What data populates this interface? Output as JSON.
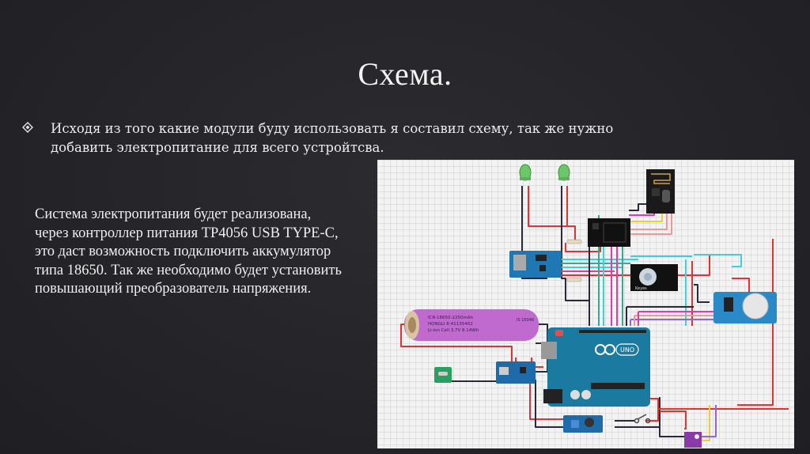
{
  "slide": {
    "title": "Схема.",
    "bullet": {
      "icon": "diamond-bullet-icon",
      "text": "Исходя из того какие модули буду использовать я составил схему, так же нужно добавить электропитание для всего устройтсва."
    },
    "paragraph": {
      "lines": [
        "Система электропитания будет реализована,",
        "через контроллер питания TP4056 USB TYPE-C,",
        "это даст возможность подключить аккумулятор",
        "типа 18650. Так же необходимо будет установить",
        "повышающий преобразователь напряжения."
      ]
    },
    "diagram": {
      "components": [
        {
          "name": "LED 1",
          "color": "#5fbf5a"
        },
        {
          "name": "LED 2",
          "color": "#5fbf5a"
        },
        {
          "name": "NRF24L01 radio module"
        },
        {
          "name": "NRF24L01 adapter"
        },
        {
          "name": "SD card module"
        },
        {
          "name": "Rotary encoder",
          "label": "Keyes"
        },
        {
          "name": "RTC DS1302 module"
        },
        {
          "name": "18650 battery",
          "label_lines": [
            "ICR-18650-2250mAh",
            "HONGLI 8-41135402",
            "Li-ion Cell 3.7V 8.14Wh"
          ],
          "side_label": "IS 16046"
        },
        {
          "name": "Arduino UNO",
          "label": "UNO"
        },
        {
          "name": "USB Type-C breakout"
        },
        {
          "name": "TP4056 charger"
        },
        {
          "name": "MT3608 boost converter"
        },
        {
          "name": "Switch"
        },
        {
          "name": "BME280 sensor"
        },
        {
          "name": "Resistor 1"
        },
        {
          "name": "Resistor 2"
        }
      ],
      "colors": {
        "wire_red": "#e03434",
        "wire_black": "#2a2a3a",
        "wire_cyan": "#3fd0d8",
        "wire_teal": "#3aa890",
        "wire_magenta": "#d83fa8",
        "wire_yellow": "#e8cf4a",
        "wire_purple": "#8a6ad8",
        "wire_pink": "#e89a9a",
        "board_blue": "#1f78b4",
        "arduino_teal": "#1b7aa0",
        "battery_purple": "#c06ad0"
      }
    }
  }
}
